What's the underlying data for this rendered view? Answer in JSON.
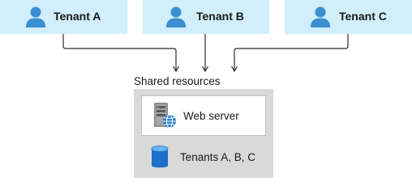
{
  "tenants": [
    {
      "label": "Tenant A",
      "icon": "user-icon"
    },
    {
      "label": "Tenant B",
      "icon": "user-icon"
    },
    {
      "label": "Tenant C",
      "icon": "user-icon"
    }
  ],
  "shared": {
    "title": "Shared resources",
    "web_server": {
      "label": "Web server",
      "icon": "web-server-icon"
    },
    "database": {
      "label": "Tenants A, B, C",
      "icon": "database-icon"
    }
  },
  "colors": {
    "tenant_bg": "#d0eefb",
    "icon_blue": "#3b8fd3",
    "shared_bg": "#d9d9d9",
    "arrow": "#2b2b2b"
  }
}
